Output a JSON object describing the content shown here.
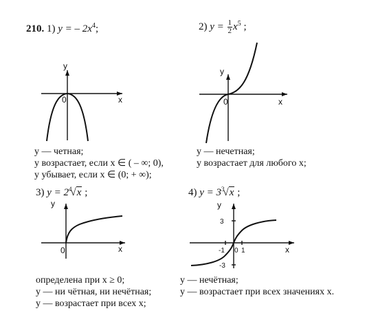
{
  "problem_number": "210.",
  "parts": [
    {
      "index": "1)",
      "formula_prefix": "y = – 2x",
      "formula_exp": "4",
      "formula_suffix": ";",
      "axis_x": "x",
      "axis_y": "y",
      "origin": "0",
      "lines": [
        "y — четная;",
        "y возрастает, если x ∈ ( – ∞; 0),",
        "y убывает, если x ∈ (0; + ∞);"
      ]
    },
    {
      "index": "2)",
      "formula_prefix": "y =",
      "frac_num": "1",
      "frac_den": "2",
      "formula_var": "x",
      "formula_exp": "5",
      "formula_suffix": ";",
      "axis_x": "x",
      "axis_y": "y",
      "origin": "0",
      "lines": [
        "y — нечетная;",
        "y возрастает для любого x;"
      ]
    },
    {
      "index": "3)",
      "formula_prefix": "y = 2",
      "root_index": "4",
      "root_arg": "x",
      "formula_suffix": ";",
      "axis_x": "x",
      "axis_y": "y",
      "origin": "0",
      "lines": [
        "определена при x ≥ 0;",
        "y — ни чётная, ни нечётная;",
        "y — возрастает при всех x;"
      ]
    },
    {
      "index": "4)",
      "formula_prefix": "y = 3",
      "root_index": "3",
      "root_arg": "x",
      "formula_suffix": ";",
      "axis_x": "x",
      "axis_y": "y",
      "origin": "0",
      "tick_pos_y": "3",
      "tick_neg_y": "-3",
      "tick_neg_x": "-1",
      "tick_pos_x": "1",
      "lines": [
        "y — нечётная;",
        "y — возрастает при всех значениях x."
      ]
    }
  ]
}
